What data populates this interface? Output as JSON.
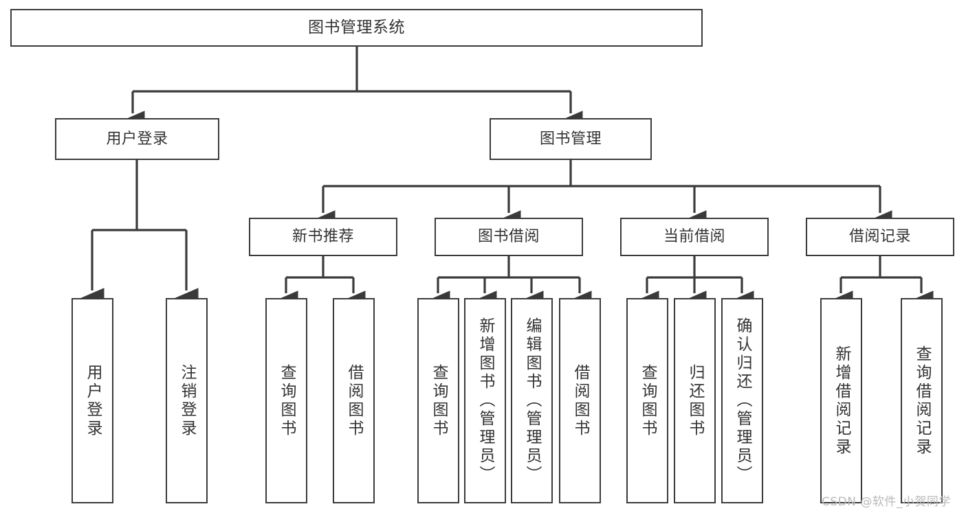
{
  "diagram": {
    "title": "图书管理系统",
    "type": "hierarchy-tree",
    "colors": {
      "background": "#ffffff",
      "box_border": "#3a3a3a",
      "box_fill": "#ffffff",
      "text": "#333333",
      "link": "#3a3a3a",
      "watermark": "#b9b9b9"
    },
    "root": {
      "label": "图书管理系统"
    },
    "level2": [
      {
        "id": "user-login",
        "label": "用户登录"
      },
      {
        "id": "book-manage",
        "label": "图书管理"
      }
    ],
    "level3": [
      {
        "id": "new-book-recommend",
        "label": "新书推荐"
      },
      {
        "id": "book-borrow",
        "label": "图书借阅"
      },
      {
        "id": "current-borrow",
        "label": "当前借阅"
      },
      {
        "id": "borrow-record",
        "label": "借阅记录"
      }
    ],
    "leaves": {
      "user_login": [
        {
          "id": "leaf-user-login",
          "label": "用户登录"
        },
        {
          "id": "leaf-logout-login",
          "label": "注销登录"
        }
      ],
      "new_book_recommend": [
        {
          "id": "leaf-query-book-1",
          "label": "查询图书"
        },
        {
          "id": "leaf-borrow-book-1",
          "label": "借阅图书"
        }
      ],
      "book_borrow": [
        {
          "id": "leaf-query-book-2",
          "label": "查询图书"
        },
        {
          "id": "leaf-add-book",
          "label": "新增图书（管理员）"
        },
        {
          "id": "leaf-edit-book",
          "label": "编辑图书（管理员）"
        },
        {
          "id": "leaf-borrow-book-2",
          "label": "借阅图书"
        }
      ],
      "current_borrow": [
        {
          "id": "leaf-query-book-3",
          "label": "查询图书"
        },
        {
          "id": "leaf-return-book",
          "label": "归还图书"
        },
        {
          "id": "leaf-confirm-return",
          "label": "确认归还（管理员）"
        }
      ],
      "borrow_record": [
        {
          "id": "leaf-add-borrow-record",
          "label": "新增借阅记录"
        },
        {
          "id": "leaf-query-borrow-record",
          "label": "查询借阅记录"
        }
      ]
    },
    "watermark": "CSDN @软件_小贺同学"
  }
}
